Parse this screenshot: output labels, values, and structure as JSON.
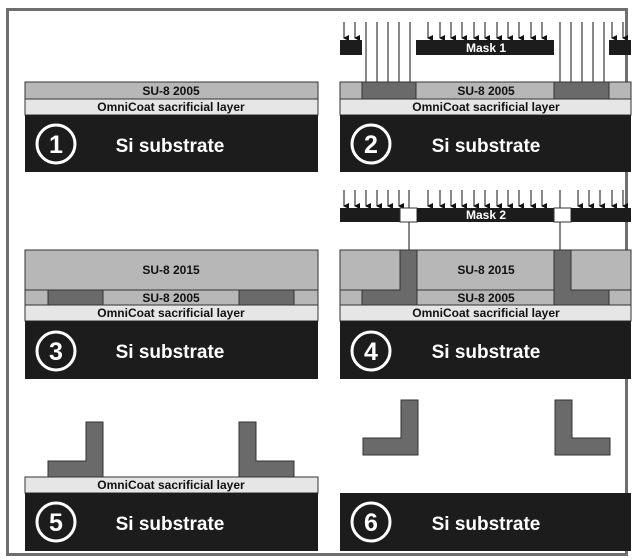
{
  "colors": {
    "substrate": "#1c1c1c",
    "omnicoat": "#e6e6e6",
    "su8": "#b7b7b7",
    "exposed": "#6a6a6a",
    "mask": "#1c1c1c",
    "frame": "#6e6e6e"
  },
  "labels": {
    "su8_2005": "SU-8 2005",
    "su8_2015": "SU-8 2015",
    "omnicoat": "OmniCoat sacrificial layer",
    "substrate": "Si substrate",
    "mask1": "Mask 1",
    "mask2": "Mask 2"
  },
  "steps": [
    "1",
    "2",
    "3",
    "4",
    "5",
    "6"
  ]
}
